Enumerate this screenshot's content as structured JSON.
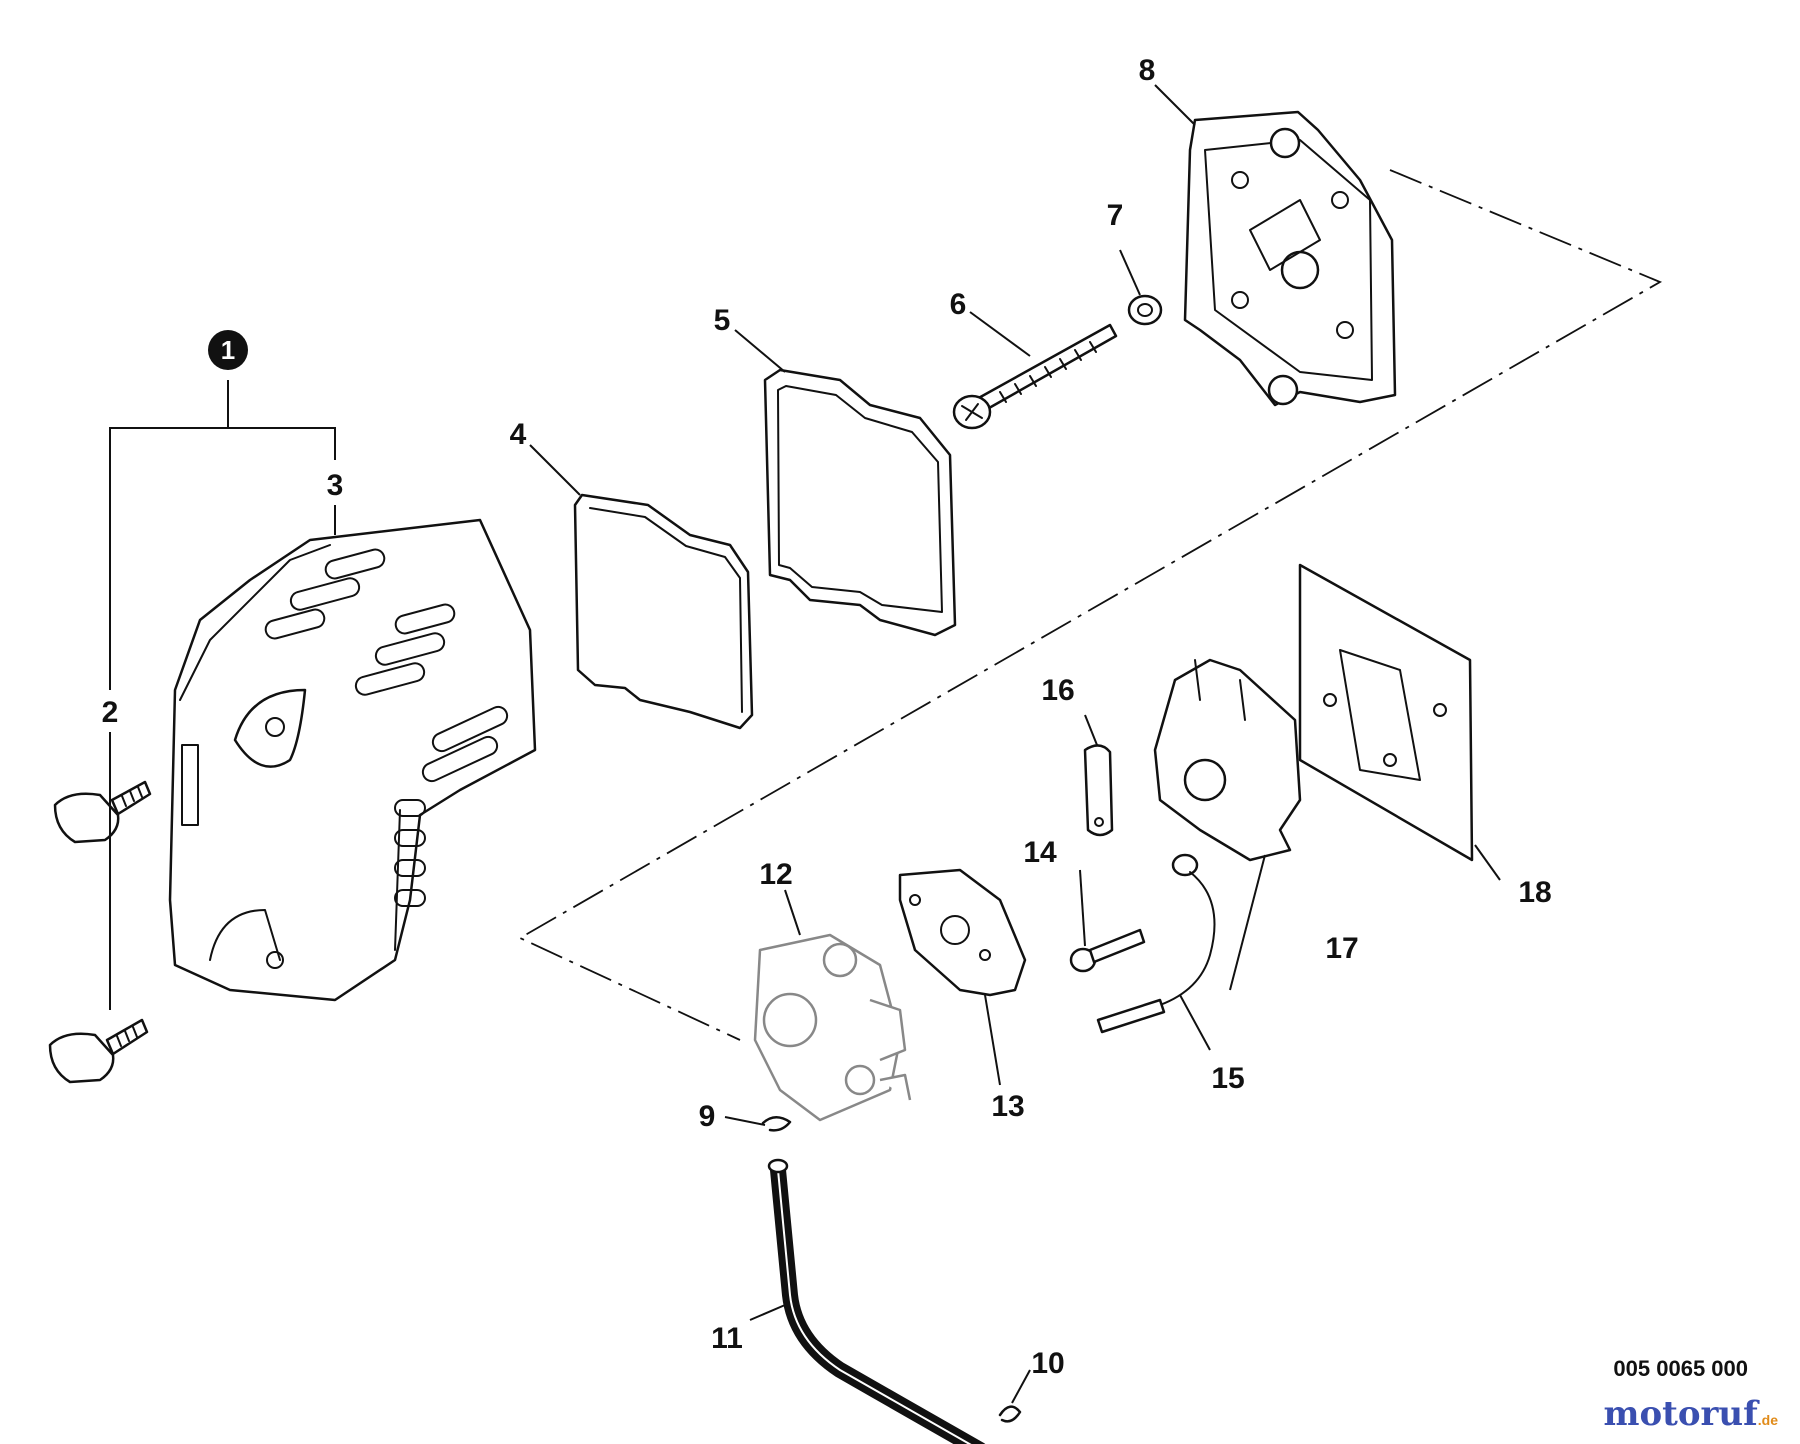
{
  "diagram": {
    "callouts": {
      "c1": "1",
      "c2": "2",
      "c3": "3",
      "c4": "4",
      "c5": "5",
      "c6": "6",
      "c7": "7",
      "c8": "8",
      "c9": "9",
      "c10": "10",
      "c11": "11",
      "c12": "12",
      "c13": "13",
      "c14": "14",
      "c15": "15",
      "c16": "16",
      "c17": "17",
      "c18": "18"
    },
    "assembly_marker": "1"
  },
  "footer": {
    "document_number": "005 0065 000",
    "watermark_main": "motoruf",
    "watermark_tld": ".de"
  },
  "colors": {
    "line": "#111111",
    "watermark": "#3a4fb0",
    "watermark_accent": "#e08b1a"
  }
}
